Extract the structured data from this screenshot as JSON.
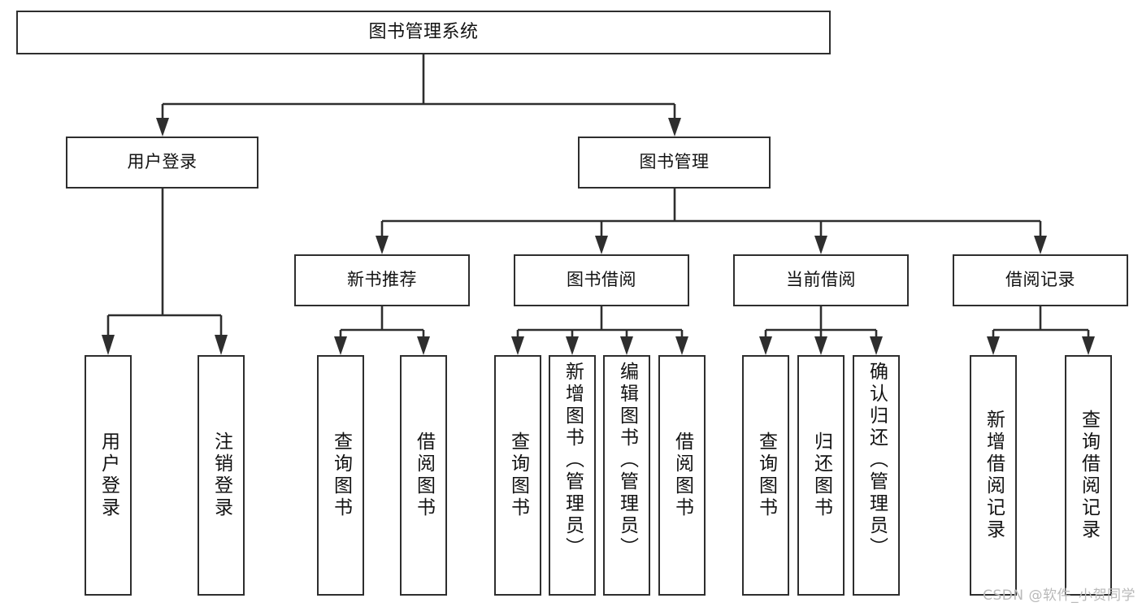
{
  "diagram": {
    "title": "图书管理系统",
    "type": "tree",
    "watermark": "CSDN @软件_小贺同学",
    "colors": {
      "stroke": "#2e2e2e",
      "box_fill": "#ffffff",
      "text": "#121212",
      "watermark": "#b9b9b9",
      "background": "#ffffff"
    },
    "root": {
      "label": "图书管理系统"
    },
    "level2": [
      {
        "label": "用户登录"
      },
      {
        "label": "图书管理"
      }
    ],
    "level3": [
      {
        "label": "新书推荐"
      },
      {
        "label": "图书借阅"
      },
      {
        "label": "当前借阅"
      },
      {
        "label": "借阅记录"
      }
    ],
    "leaves": {
      "user_login": [
        {
          "label": "用户登录"
        },
        {
          "label": "注销登录"
        }
      ],
      "new_book_recommend": [
        {
          "label": "查询图书"
        },
        {
          "label": "借阅图书"
        }
      ],
      "book_borrow": [
        {
          "label": "查询图书"
        },
        {
          "label": "新增图书（管理员）"
        },
        {
          "label": "编辑图书（管理员）"
        },
        {
          "label": "借阅图书"
        }
      ],
      "current_borrow": [
        {
          "label": "查询图书"
        },
        {
          "label": "归还图书"
        },
        {
          "label": "确认归还（管理员）"
        }
      ],
      "borrow_record": [
        {
          "label": "新增借阅记录"
        },
        {
          "label": "查询借阅记录"
        }
      ]
    }
  }
}
